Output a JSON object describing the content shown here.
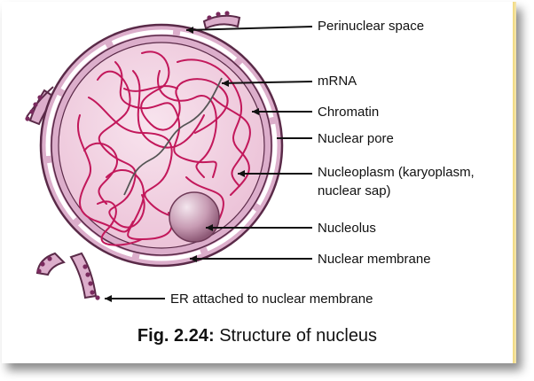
{
  "labels": {
    "perinuclear_space": "Perinuclear space",
    "mrna": "mRNA",
    "chromatin": "Chromatin",
    "nuclear_pore": "Nuclear pore",
    "nucleoplasm_1": "Nucleoplasm (karyoplasm,",
    "nucleoplasm_2": "nuclear sap)",
    "nucleolus": "Nucleolus",
    "nuclear_membrane": "Nuclear membrane",
    "er": "ER attached to nuclear membrane"
  },
  "caption": {
    "number": "Fig. 2.24:",
    "text": "Structure of nucleus"
  },
  "colors": {
    "membrane_fill": "#dcaecb",
    "membrane_stroke": "#5a2a48",
    "nucleoplasm": "#f2d3e3",
    "chromatin": "#c2185b",
    "nucleolus": "#b9849f",
    "ribosome": "#7a2a5e"
  }
}
